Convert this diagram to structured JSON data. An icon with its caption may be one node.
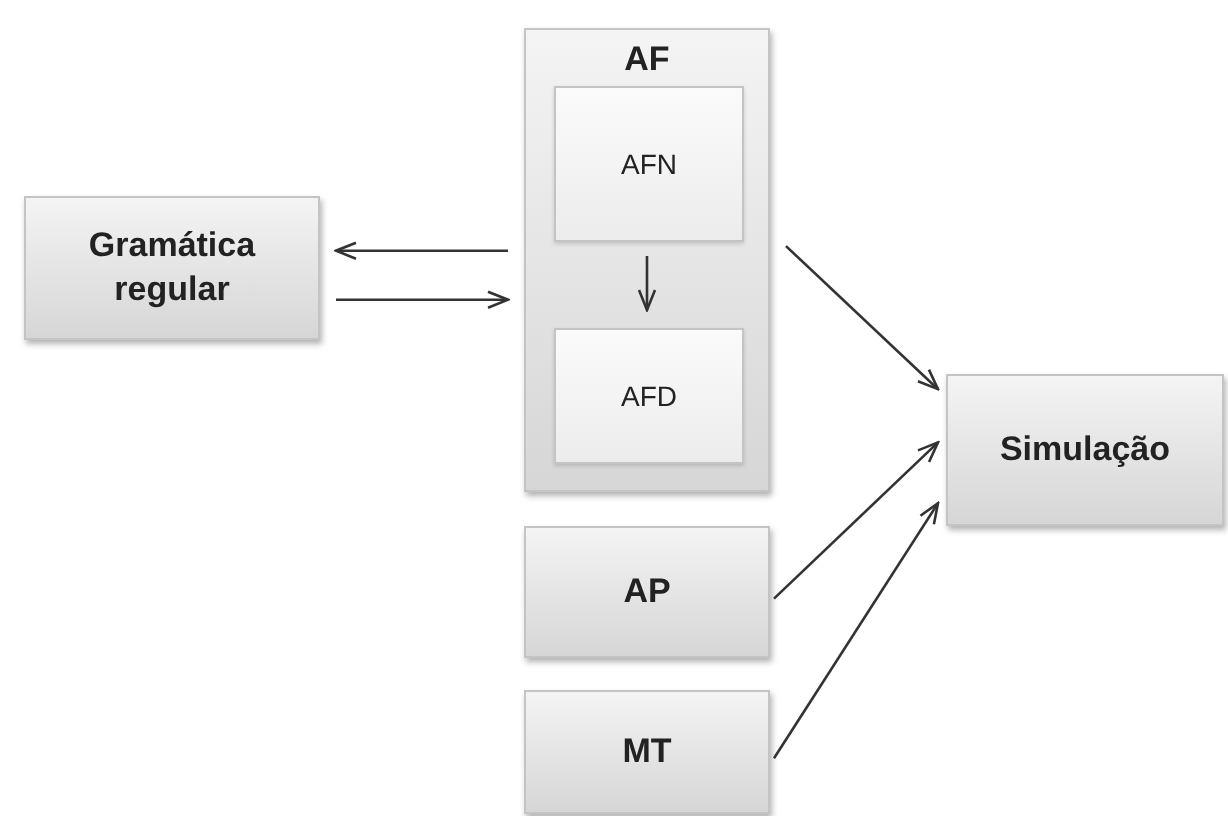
{
  "diagram": {
    "nodes": [
      {
        "text": [
          "Gramática regular"
        ]
      },
      {
        "text": [
          "AF"
        ]
      },
      {
        "text": [
          "AFN"
        ],
        "in": 1
      },
      {
        "text": [
          "AFD"
        ],
        "in": 1
      },
      {
        "text": [
          "AP"
        ]
      },
      {
        "text": [
          "MT"
        ]
      },
      {
        "text": [
          "Simulação"
        ]
      }
    ],
    "edges": [
      {
        "from": 1,
        "to": 0,
        "arrow": "to"
      },
      {
        "from": 0,
        "to": 1,
        "arrow": "to"
      },
      {
        "from": 2,
        "to": 3,
        "arrow": "to"
      },
      {
        "from": 1,
        "to": 6,
        "arrow": "to"
      },
      {
        "from": 4,
        "to": 6,
        "arrow": "to"
      },
      {
        "from": 5,
        "to": 6,
        "arrow": "to"
      }
    ]
  }
}
